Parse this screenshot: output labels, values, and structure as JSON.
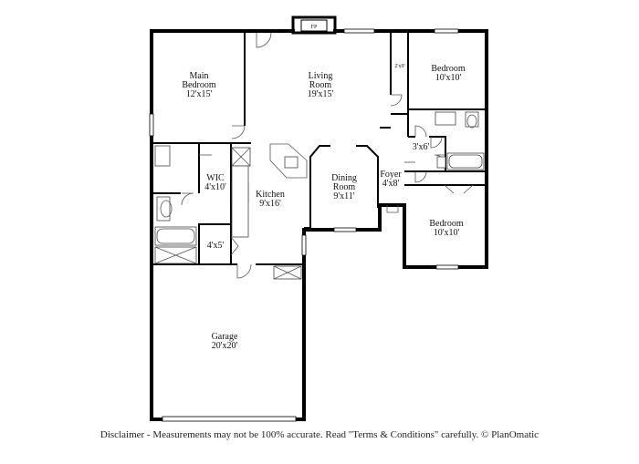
{
  "rooms": {
    "main_bedroom": {
      "name_line1": "Main",
      "name_line2": "Bedroom",
      "dims": "12'x15'"
    },
    "living_room": {
      "name_line1": "Living",
      "name_line2": "Room",
      "dims": "19'x15'"
    },
    "bedroom_top": {
      "name": "Bedroom",
      "dims": "10'x10'"
    },
    "wic": {
      "name": "WIC",
      "dims": "4'x10'"
    },
    "kitchen": {
      "name": "Kitchen",
      "dims": "9'x16'"
    },
    "dining_room": {
      "name_line1": "Dining",
      "name_line2": "Room",
      "dims": "9'x11'"
    },
    "foyer": {
      "name": "Foyer",
      "dims": "4'x8'"
    },
    "bedroom_bottom": {
      "name": "Bedroom",
      "dims": "10'x10'"
    },
    "closet_3x6": {
      "dims": "3'x6'"
    },
    "closet_4x5": {
      "dims": "4'x5'"
    },
    "closet_2x9": {
      "dims": "2'x9'"
    },
    "garage": {
      "name": "Garage",
      "dims": "20'x20'"
    }
  },
  "fireplace_label": "FP",
  "disclaimer": "Disclaimer - Measurements may not be 100% accurate. Read \"Terms & Conditions\" carefully. © PlanOmatic"
}
